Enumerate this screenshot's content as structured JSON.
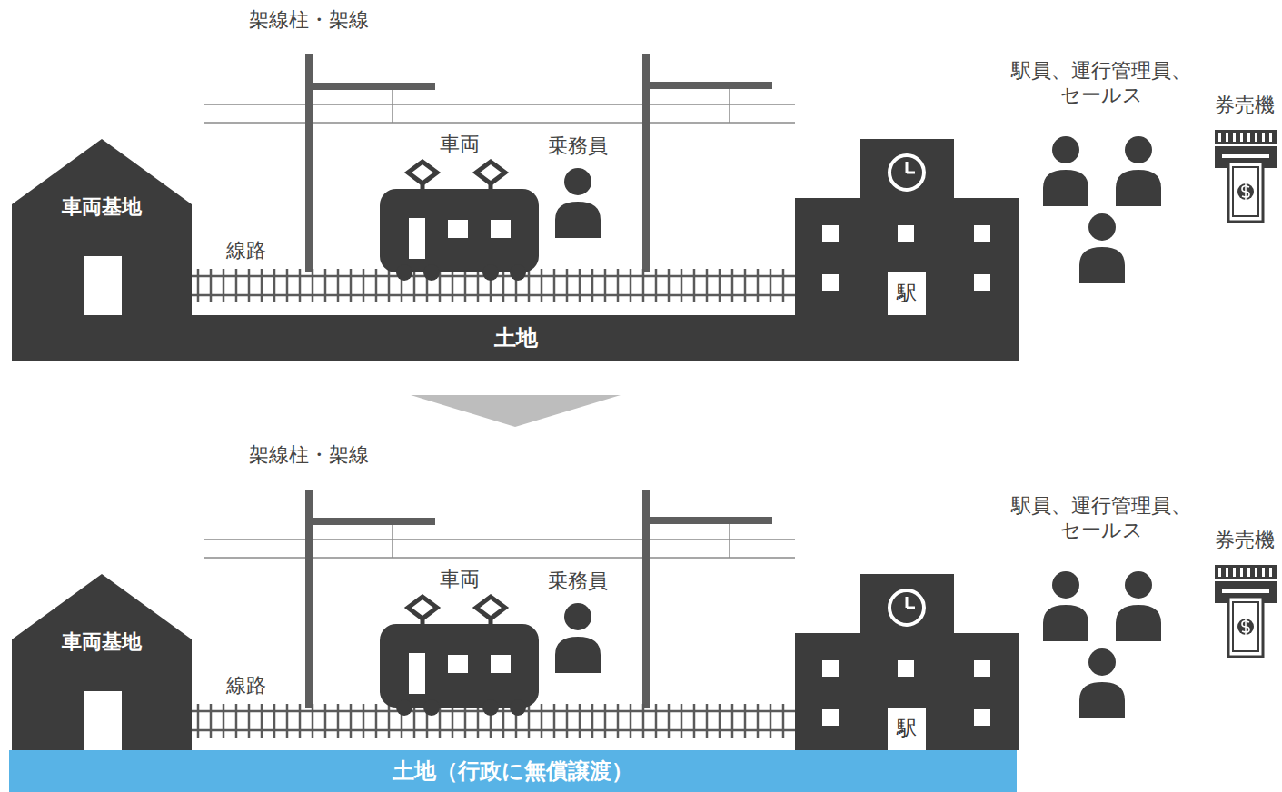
{
  "diagram": {
    "nodes": [
      {
        "text": [
          "車両基地"
        ]
      },
      {
        "text": [
          "駅"
        ]
      },
      {
        "text": [
          "土地"
        ]
      },
      {
        "text": [
          "車両基地"
        ]
      },
      {
        "text": [
          "駅"
        ]
      },
      {
        "text": [
          "土地（行政に無償譲渡）"
        ]
      }
    ],
    "labels": [
      "架線柱・架線",
      "駅員、運行管理員、 セールス",
      "券売機",
      "車両",
      "乗務員",
      "線路",
      "架線柱・架線",
      "駅員、運行管理員、 セールス",
      "券売機",
      "車両",
      "乗務員",
      "線路"
    ]
  }
}
